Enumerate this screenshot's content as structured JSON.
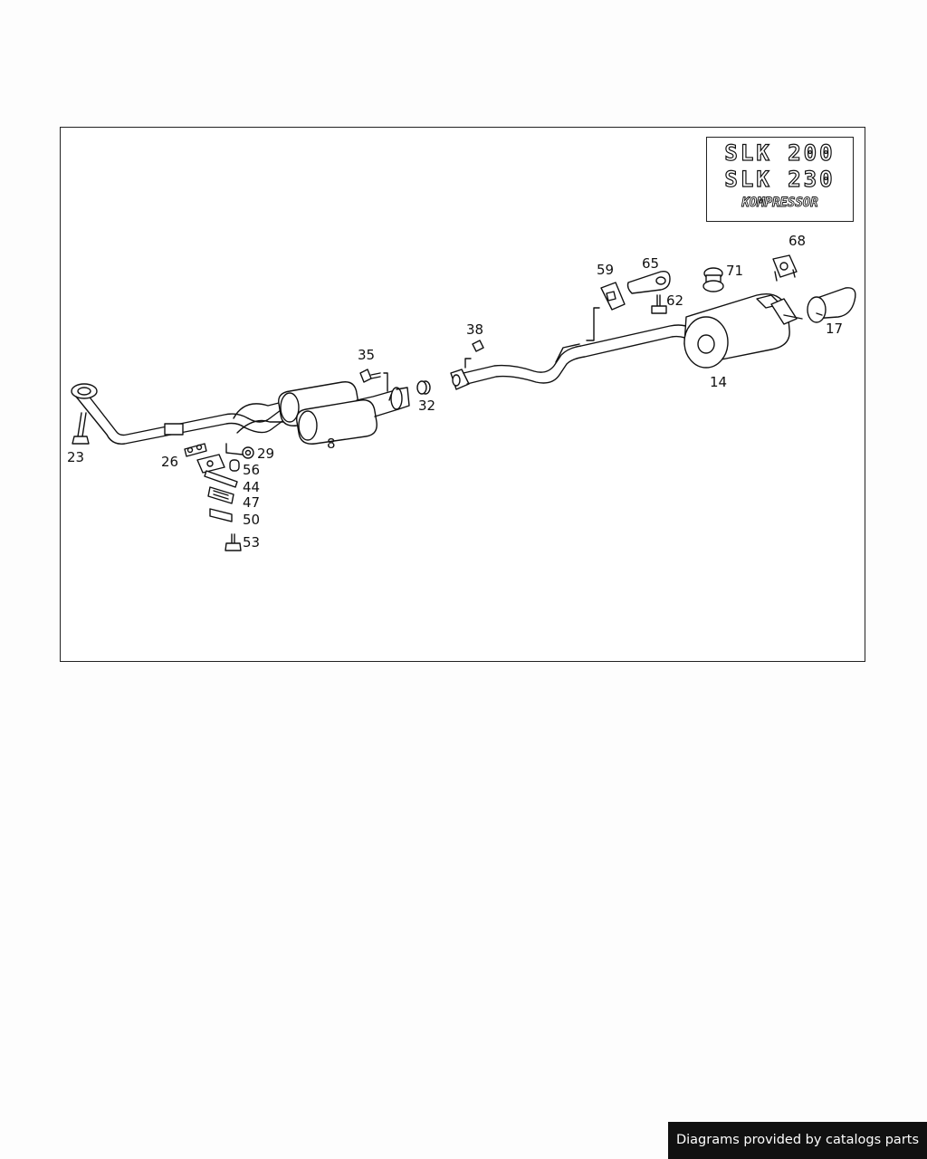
{
  "models": {
    "line1": "SLK 200",
    "line2": "SLK 230",
    "line3": "KOMPRESSOR"
  },
  "callouts": {
    "c8": "8",
    "c14": "14",
    "c17": "17",
    "c23": "23",
    "c26": "26",
    "c29": "29",
    "c32": "32",
    "c35": "35",
    "c38": "38",
    "c44": "44",
    "c47": "47",
    "c50": "50",
    "c53": "53",
    "c56": "56",
    "c59": "59",
    "c62": "62",
    "c65": "65",
    "c68": "68",
    "c71": "71"
  },
  "footer": {
    "text": "Diagrams provided by catalogs parts"
  }
}
